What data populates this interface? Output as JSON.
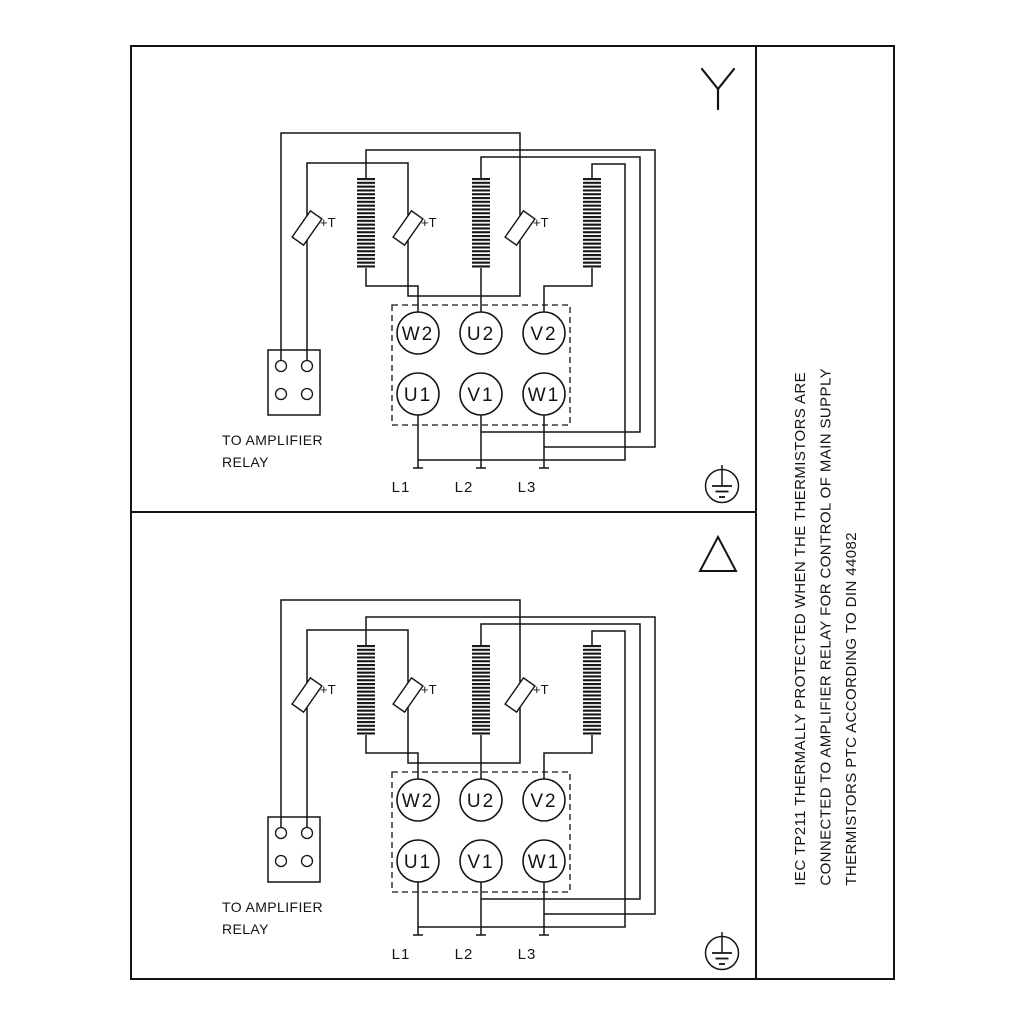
{
  "diagram": {
    "side_note_lines": [
      "IEC TP211 THERMALLY PROTECTED WHEN THE THERMISTORS ARE",
      "CONNECTED TO AMPLIFIER RELAY FOR CONTROL OF MAIN SUPPLY",
      "THERMISTORS PTC ACCORDING TO DIN 44082"
    ],
    "panels": [
      {
        "connection": "star",
        "terminals_top": [
          "W2",
          "U2",
          "V2"
        ],
        "terminals_bottom": [
          "U1",
          "V1",
          "W1"
        ],
        "supply_lines": [
          "L1",
          "L2",
          "L3"
        ],
        "thermistor_label": "+T",
        "relay_caption": [
          "TO AMPLIFIER",
          "RELAY"
        ]
      },
      {
        "connection": "delta",
        "terminals_top": [
          "W2",
          "U2",
          "V2"
        ],
        "terminals_bottom": [
          "U1",
          "V1",
          "W1"
        ],
        "supply_lines": [
          "L1",
          "L2",
          "L3"
        ],
        "thermistor_label": "+T",
        "relay_caption": [
          "TO AMPLIFIER",
          "RELAY"
        ]
      }
    ]
  },
  "colors": {
    "line": "#141414",
    "background": "#ffffff"
  }
}
